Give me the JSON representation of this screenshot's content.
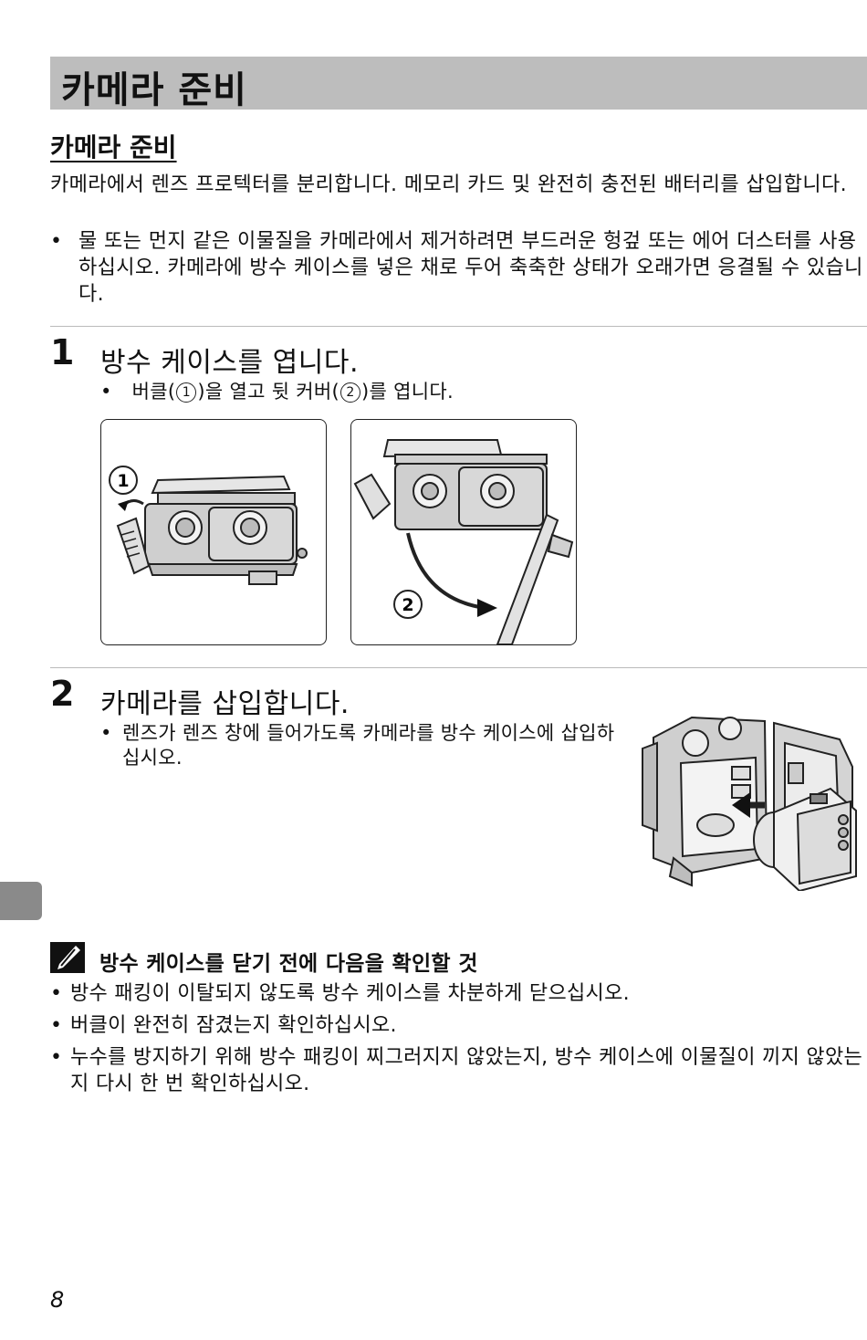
{
  "header": {
    "title": "카메라 준비"
  },
  "section": {
    "title": "카메라 준비"
  },
  "intro": {
    "text": "카메라에서 렌즈 프로텍터를 분리합니다. 메모리 카드 및 완전히 충전된 배터리를 삽입합니다.",
    "bullet": "물 또는 먼지 같은 이물질을 카메라에서 제거하려면 부드러운 헝겊 또는 에어 더스터를 사용하십시오. 카메라에 방수 케이스를 넣은 채로 두어 축축한 상태가 오래가면 응결될 수 있습니다."
  },
  "steps": [
    {
      "number": "1",
      "title": "방수 케이스를 엽니다.",
      "bullet_parts": [
        "버클(",
        "1",
        ")을 열고 뒷 커버(",
        "2",
        ")를 엽니다."
      ],
      "callouts": [
        "1",
        "2"
      ]
    },
    {
      "number": "2",
      "title": "카메라를 삽입합니다.",
      "bullet": "렌즈가 렌즈 창에 들어가도록 카메라를 방수 케이스에 삽입하십시오."
    }
  ],
  "note": {
    "icon": "pencil-note-icon",
    "title": "방수 케이스를 닫기 전에 다음을 확인할 것",
    "items": [
      "방수 패킹이 이탈되지 않도록 방수 케이스를 차분하게 닫으십시오.",
      "버클이 완전히 잠겼는지 확인하십시오.",
      "누수를 방지하기 위해 방수 패킹이 찌그러지지 않았는지, 방수 케이스에 이물질이 끼지 않았는지 다시 한 번 확인하십시오."
    ]
  },
  "bullet_glyph": "•",
  "page_number": "8"
}
